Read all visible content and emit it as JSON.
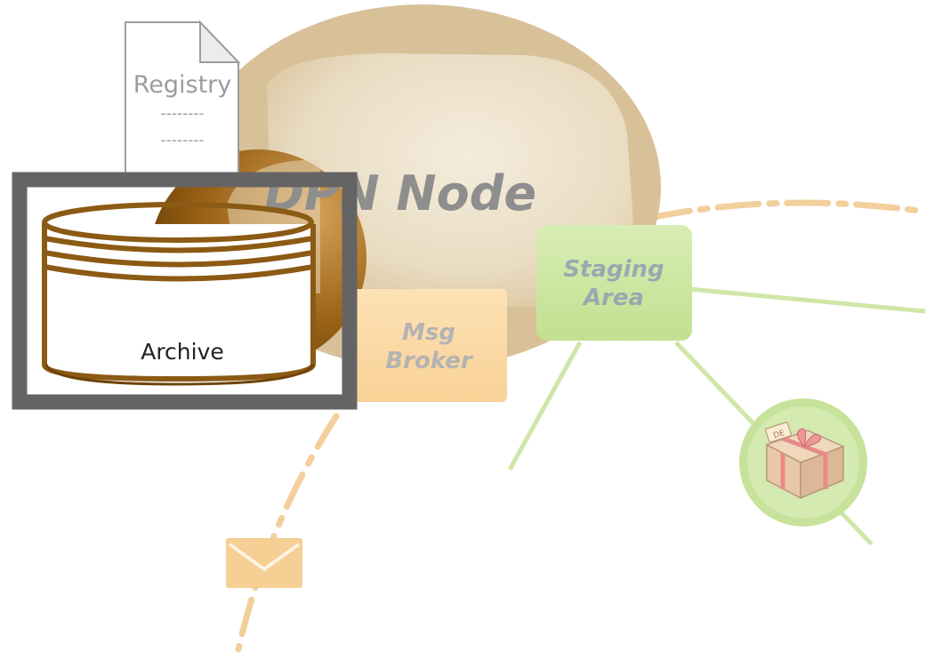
{
  "node": {
    "label": "DPN Node"
  },
  "registry": {
    "label": "Registry",
    "line1": "--------",
    "line2": "--------"
  },
  "archive": {
    "label": "Archive"
  },
  "broker": {
    "line1": "Msg",
    "line2": "Broker"
  },
  "staging": {
    "line1": "Staging",
    "line2": "Area"
  },
  "package": {
    "tag": "DE"
  },
  "colors": {
    "node_outer": "#d2b88c",
    "node_inner": "#ece0c8",
    "archive_brown": "#8b5a14",
    "focus_frame": "#646464",
    "broker_fill": "#fbd9a2",
    "staging_fill": "#c9e59a",
    "green_line": "#cfe5a8",
    "orange_dash": "#f3cf9c",
    "envelope": "#f6cf94"
  }
}
